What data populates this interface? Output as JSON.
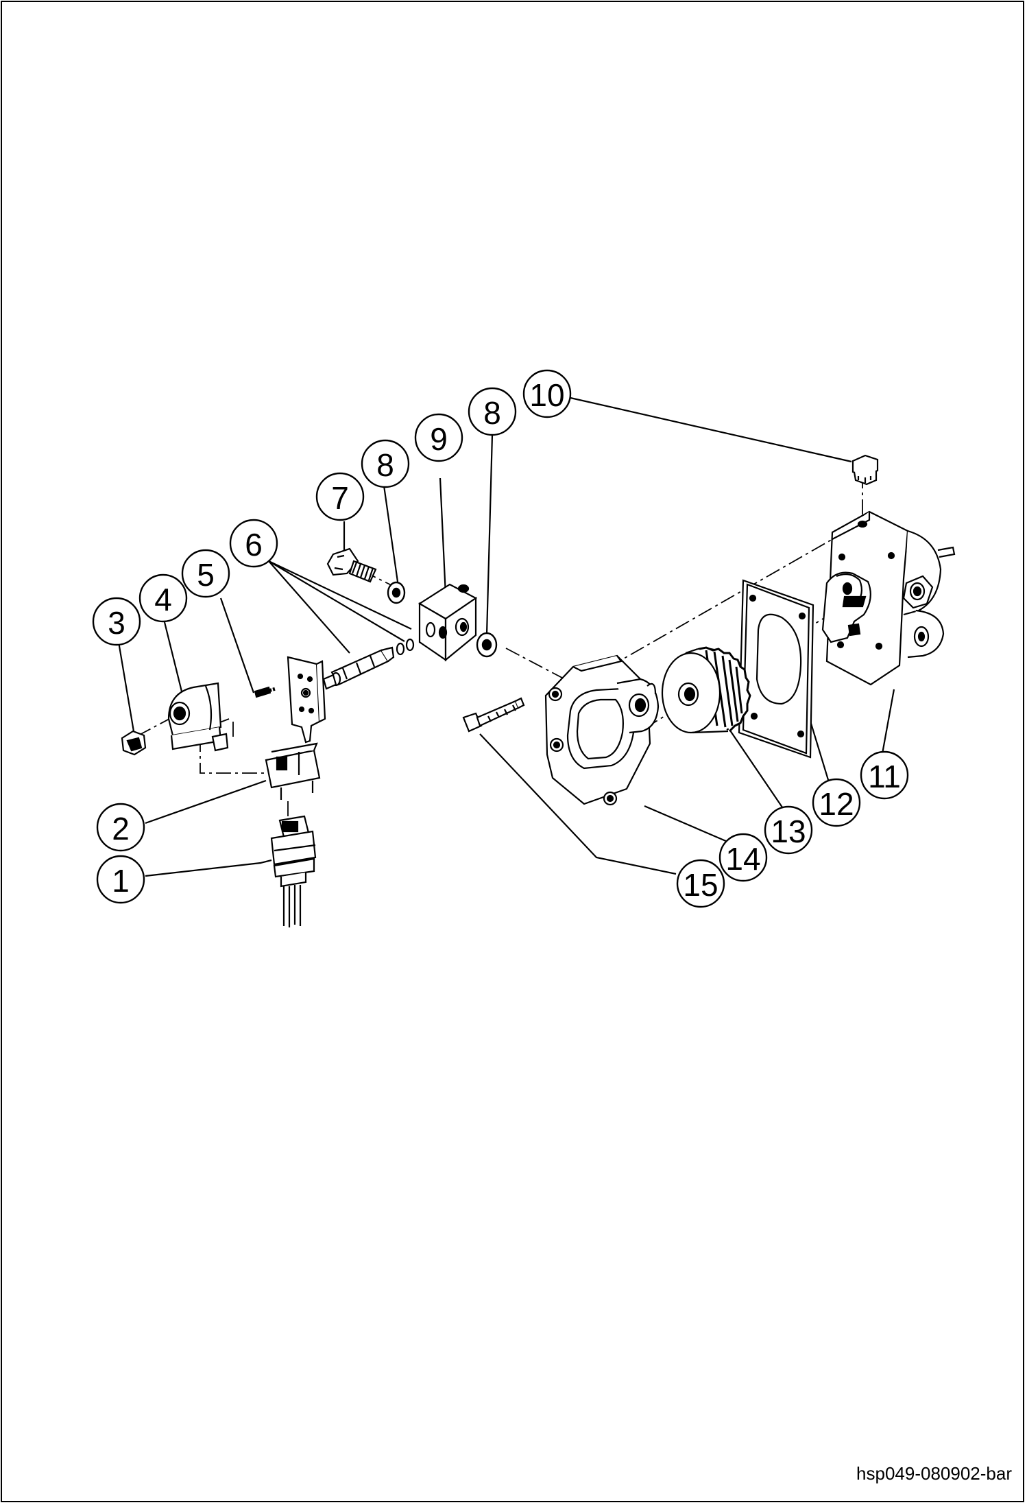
{
  "diagram": {
    "callouts": [
      {
        "label": "1"
      },
      {
        "label": "2"
      },
      {
        "label": "3"
      },
      {
        "label": "4"
      },
      {
        "label": "5"
      },
      {
        "label": "6"
      },
      {
        "label": "7"
      },
      {
        "label": "8"
      },
      {
        "label": "9"
      },
      {
        "label": "8"
      },
      {
        "label": "10"
      },
      {
        "label": "11"
      },
      {
        "label": "12"
      },
      {
        "label": "13"
      },
      {
        "label": "14"
      },
      {
        "label": "15"
      }
    ]
  },
  "footer": {
    "code": "hsp049-080902-bar"
  },
  "colors": {
    "ink": "#000000",
    "background": "#ffffff"
  }
}
